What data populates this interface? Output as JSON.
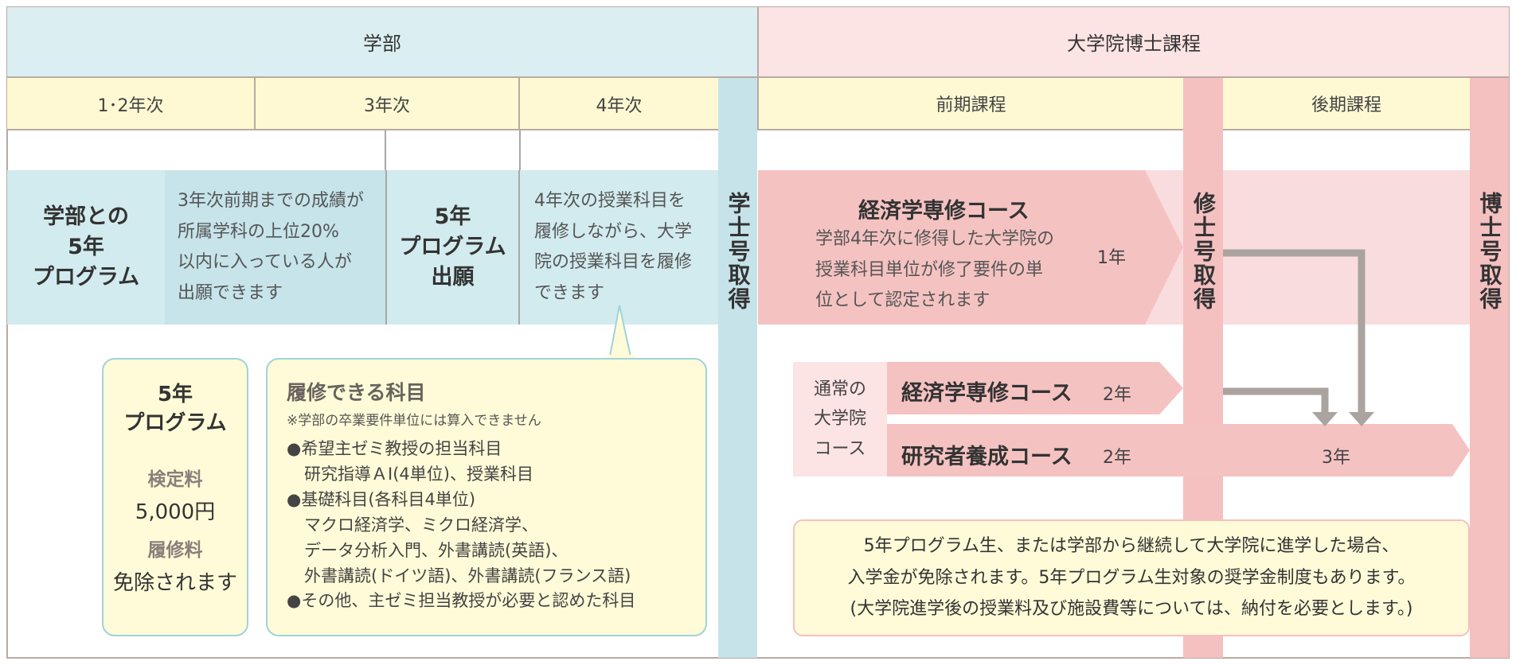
{
  "headers": {
    "undergrad": "学部",
    "doctoral": "大学院博士課程",
    "year12": "1･2年次",
    "year3": "3年次",
    "year4": "4年次",
    "first_term": "前期課程",
    "second_term": "後期課程"
  },
  "degrees": {
    "bachelor": "学士号取得",
    "master": "修士号取得",
    "doctor": "博士号取得"
  },
  "flow": {
    "program_title": "学部との5年プログラム",
    "program_lines": [
      "学部との",
      "5年",
      "プログラム"
    ],
    "eligibility_lines": [
      "3年次前期までの成績が",
      "所属学科の上位20%",
      "以内に入っている人が",
      "出願できます"
    ],
    "apply_lines": [
      "5年",
      "プログラム",
      "出願"
    ],
    "year4_lines": [
      "4年次の授業科目を",
      "履修しながら、大学",
      "院の授業科目を履修",
      "できます"
    ]
  },
  "fast_course": {
    "title": "経済学専修コース",
    "desc_lines": [
      "学部4年次に修得した大学院の",
      "授業科目単位が修了要件の単",
      "位として認定されます"
    ],
    "duration": "1年"
  },
  "regular": {
    "label_lines": [
      "通常の",
      "大学院",
      "コース"
    ],
    "course1_title": "経済学専修コース",
    "course1_duration": "2年",
    "course2_title": "研究者養成コース",
    "course2_duration": "2年",
    "course2_later_duration": "3年"
  },
  "program_box": {
    "title_lines": [
      "5年",
      "プログラム"
    ],
    "fee1_label": "検定料",
    "fee1_value": "5,000円",
    "fee2_label": "履修料",
    "fee2_value": "免除されます"
  },
  "courses_box": {
    "title": "履修できる科目",
    "note": "※学部の卒業要件単位には算入できません",
    "item1": "●希望主ゼミ教授の担当科目",
    "item1_detail": "研究指導ＡⅠ(4単位)、授業科目",
    "item2": "●基礎科目(各科目4単位)",
    "item2_details": [
      "マクロ経済学、ミクロ経済学、",
      "データ分析入門、外書講読(英語)、",
      "外書講読(ドイツ語)、外書講読(フランス語)"
    ],
    "item3": "●その他、主ゼミ担当教授が必要と認めた科目"
  },
  "notice": {
    "lines": [
      "5年プログラム生、または学部から継続して大学院に進学した場合、",
      "入学金が免除されます。5年プログラム生対象の奨学金制度もあります。",
      "(大学院進学後の授業料及び施設費等については、納付を必要とします。)"
    ]
  },
  "colors": {
    "undergrad_header": "#dbeff2",
    "doctoral_header": "#fce3e4",
    "year_band": "#fff9d3",
    "teal": "#cde7ec",
    "teal_dark": "#bfe0e6",
    "pink_band": "#f9dcdd",
    "pink_arrow": "#f5c2c2",
    "pink_pillar": "#f4c0c0",
    "gray_arrow": "#aaa39f",
    "note_yellow": "#fffbd8",
    "note_border": "#9fd3da"
  }
}
